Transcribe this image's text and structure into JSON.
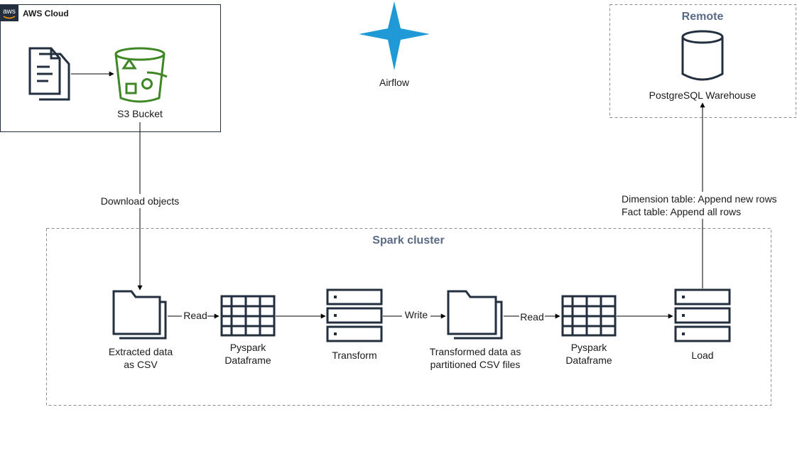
{
  "aws_group": {
    "title": "AWS Cloud",
    "logo_text": "aws"
  },
  "remote_group": {
    "title": "Remote"
  },
  "spark_group": {
    "title": "Spark cluster"
  },
  "nodes": {
    "s3_bucket": "S3 Bucket",
    "airflow": "Airflow",
    "postgres": "PostgreSQL Warehouse",
    "extracted_line1": "Extracted data",
    "extracted_line2": "as CSV",
    "pyspark1_line1": "Pyspark",
    "pyspark1_line2": "Dataframe",
    "transform": "Transform",
    "transformed_line1": "Transformed data as",
    "transformed_line2": "partitioned CSV files",
    "pyspark2_line1": "Pyspark",
    "pyspark2_line2": "Dataframe",
    "load": "Load"
  },
  "edges": {
    "download": "Download objects",
    "read1": "Read",
    "write": "Write",
    "read2": "Read",
    "load_line1": "Dimension table: Append new rows",
    "load_line2": "Fact table: Append all rows"
  },
  "colors": {
    "icon_dark": "#232f3e",
    "s3_green": "#3f8624",
    "airflow_blue": "#1f9ad6",
    "group_title": "#5a6b86",
    "dashed_border": "#8c8c8c"
  }
}
